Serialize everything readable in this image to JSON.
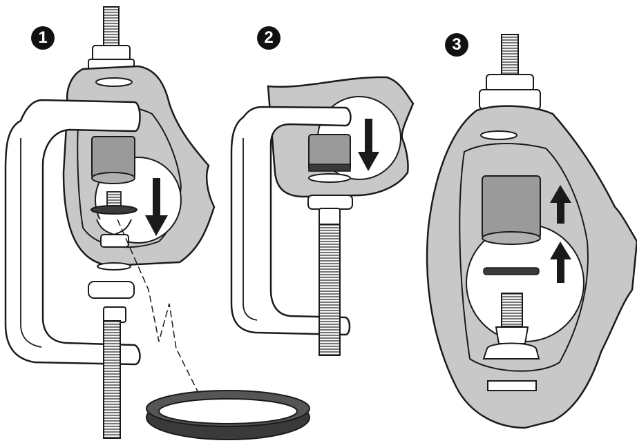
{
  "steps": [
    {
      "number": "1"
    },
    {
      "number": "2"
    },
    {
      "number": "3"
    }
  ],
  "colors": {
    "outline": "#1a1a1a",
    "part_fill": "#c8c8c8",
    "cup_fill": "#9a9a9a",
    "seal_fill": "#3a3a3a",
    "arrow": "#1a1a1a",
    "badge": "#111111"
  },
  "icons": [
    "down-arrow-icon",
    "up-arrow-icon"
  ]
}
